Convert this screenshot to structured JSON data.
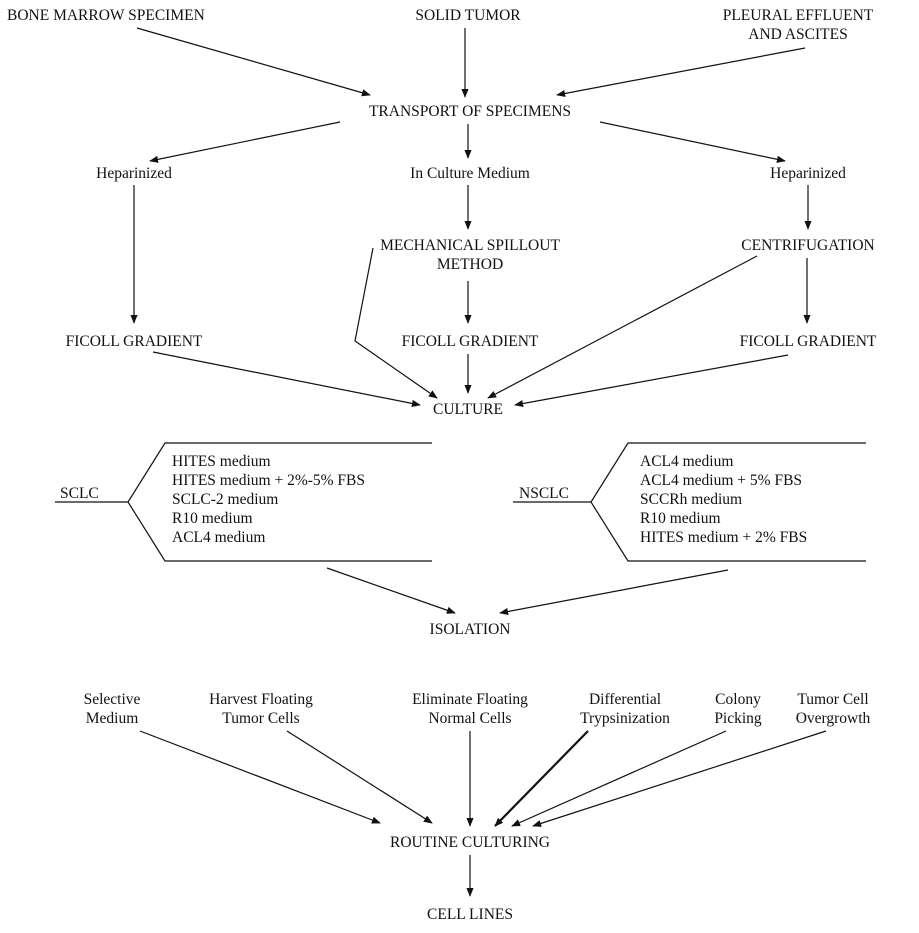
{
  "sources": {
    "bone_marrow": "BONE MARROW SPECIMEN",
    "solid_tumor": "SOLID TUMOR",
    "pleural_1": "PLEURAL EFFLUENT",
    "pleural_2": "AND ASCITES"
  },
  "transport": "TRANSPORT OF SPECIMENS",
  "prep": {
    "heparinized_left": "Heparinized",
    "in_culture_medium": "In Culture Medium",
    "heparinized_right": "Heparinized"
  },
  "processing": {
    "spillout_1": "MECHANICAL SPILLOUT",
    "spillout_2": "METHOD",
    "centrifugation": "CENTRIFUGATION"
  },
  "gradients": {
    "left": "FICOLL GRADIENT",
    "center": "FICOLL GRADIENT",
    "right": "FICOLL GRADIENT"
  },
  "culture": "CULTURE",
  "sclc": {
    "label": "SCLC",
    "media": [
      "HITES medium",
      "HITES medium + 2%-5% FBS",
      "SCLC-2 medium",
      "R10 medium",
      "ACL4 medium"
    ]
  },
  "nsclc": {
    "label": "NSCLC",
    "media": [
      "ACL4 medium",
      "ACL4 medium + 5% FBS",
      "SCCRh medium",
      "R10 medium",
      "HITES medium + 2% FBS"
    ]
  },
  "isolation": "ISOLATION",
  "methods": {
    "selective_1": "Selective",
    "selective_2": "Medium",
    "harvest_1": "Harvest Floating",
    "harvest_2": "Tumor Cells",
    "eliminate_1": "Eliminate Floating",
    "eliminate_2": "Normal Cells",
    "differential_1": "Differential",
    "differential_2": "Trypsinization",
    "colony_1": "Colony",
    "colony_2": "Picking",
    "overgrowth_1": "Tumor Cell",
    "overgrowth_2": "Overgrowth"
  },
  "routine": "ROUTINE CULTURING",
  "cell_lines": "CELL LINES"
}
